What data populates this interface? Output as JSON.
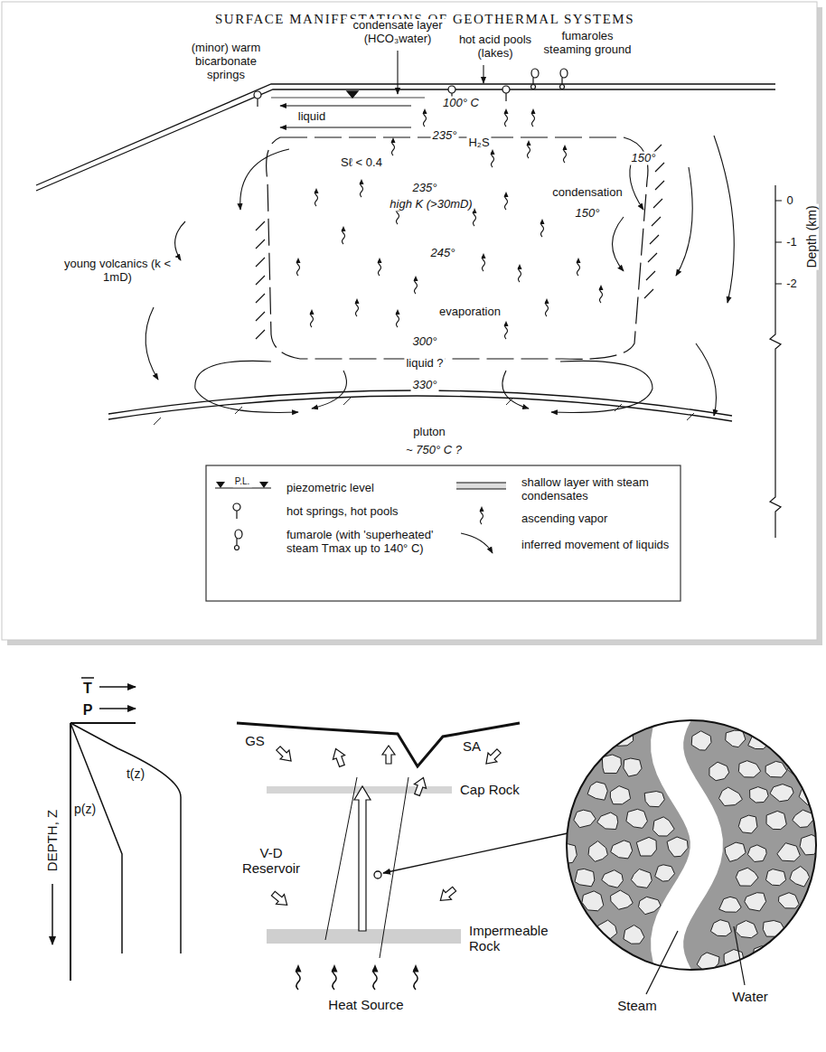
{
  "diagram": {
    "title": "SURFACE MANIFESTATIONS OF GEOTHERMAL SYSTEMS",
    "labels": [
      "(minor) warm bicarbonate springs",
      "condensate layer (HCO₃water)",
      "hot acid pools (lakes)",
      "fumaroles steaming ground",
      "liquid",
      "100° C",
      "235°",
      "H₂S",
      "Sℓ < 0.4",
      "150°",
      "235°",
      "high K (>30mD)",
      "condensation",
      "150°",
      "young volcanics (k < 1mD)",
      "245°",
      "evaporation",
      "300°",
      "liquid ?",
      "330°",
      "pluton",
      "~ 750° C ?",
      "0",
      "-1",
      "-2",
      "Depth (km)",
      "P.L.",
      "T",
      "P",
      "DEPTH, Z",
      "t(z)",
      "p(z)",
      "GS",
      "SA",
      "Cap Rock",
      "V-D Reservoir",
      "Impermeable Rock",
      "Heat Source",
      "Steam",
      "Water"
    ],
    "legend": [
      {
        "text": "piezometric level"
      },
      {
        "text": "hot springs, hot pools"
      },
      {
        "text": "fumarole (with 'superheated' steam Tmax up to 140° C)"
      },
      {
        "text": "shallow layer with steam condensates"
      },
      {
        "text": "ascending vapor"
      },
      {
        "text": "inferred movement of liquids"
      }
    ]
  }
}
